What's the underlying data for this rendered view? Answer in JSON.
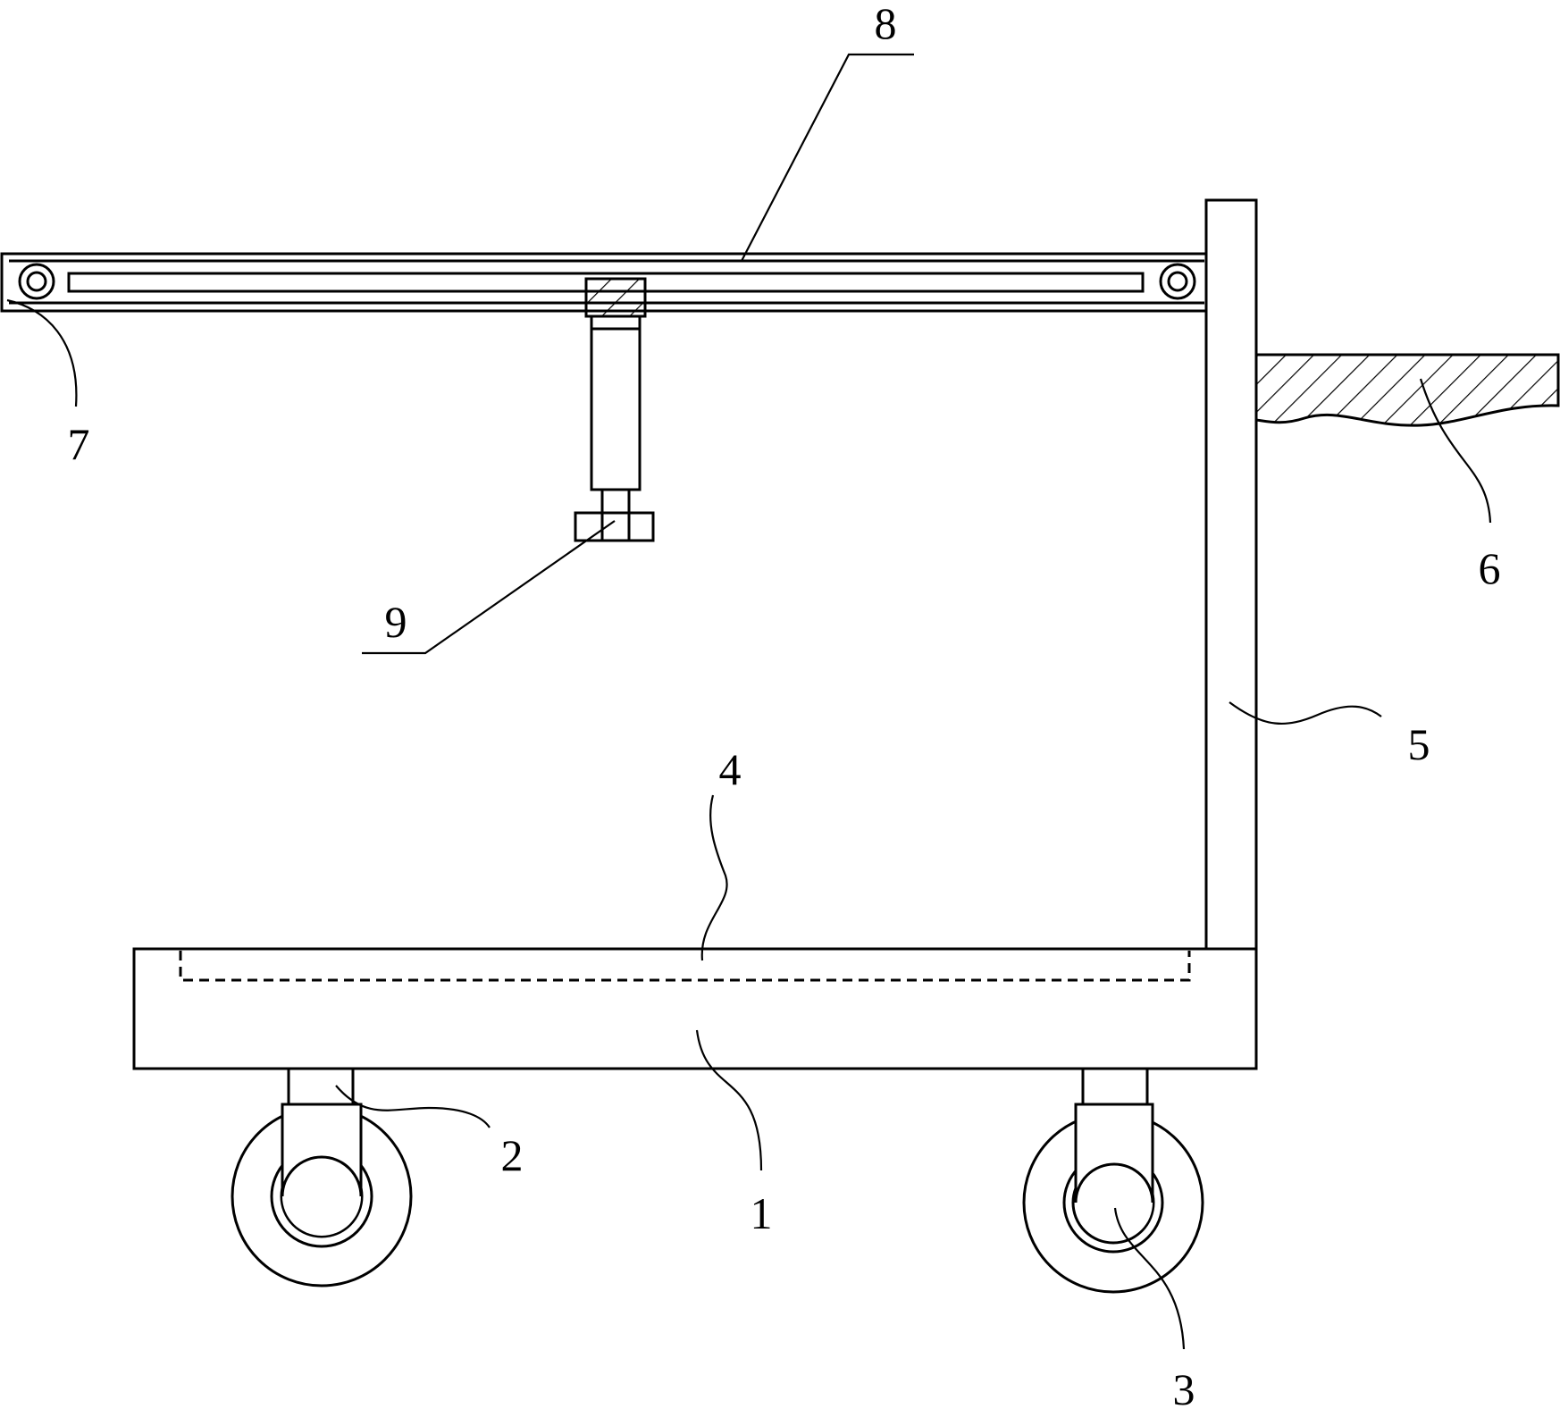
{
  "labels": {
    "base": "1",
    "wheel_mount_left": "2",
    "wheel_right": "3",
    "dashed_tray": "4",
    "upright_post": "5",
    "handle": "6",
    "pulley_end": "7",
    "belt_rail": "8",
    "cylinder_head": "9"
  }
}
